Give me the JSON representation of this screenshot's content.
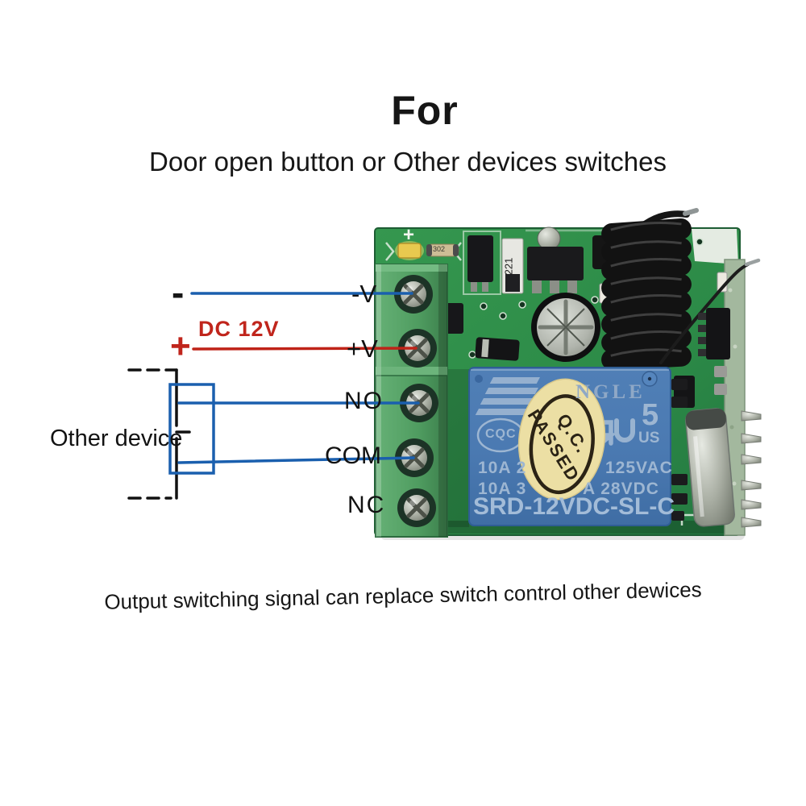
{
  "page": {
    "title": "For",
    "subtitle": "Door open button or Other devices switches",
    "caption": "Output switching signal can replace switch control other dewices"
  },
  "wiring": {
    "minus": "-",
    "plus": "+",
    "power_label": "DC 12V",
    "device_label": "Other device",
    "terminal_neg": "-V",
    "terminal_pos": "+V",
    "terminal_no": "NO",
    "terminal_com": "COM",
    "terminal_nc": "NC"
  },
  "board": {
    "silkscreen_plus": "+",
    "resistor_code": "302",
    "capacitor_code": "221",
    "relay": {
      "brand_fragment": "NGLE",
      "cert": "CQC",
      "ul_number": "5",
      "ul_suffix": "US",
      "rating1_left": "10A 2",
      "rating1_right": "125VAC",
      "rating2_left": "10A 3",
      "rating2_right": "A 28VDC",
      "model": "SRD-12VDC-SL-C",
      "sticker_line1": "Q.C.",
      "sticker_line2": "PASSED"
    }
  },
  "colors": {
    "wire_blue": "#1a5fae",
    "wire_red": "#bf2318",
    "pcb_green": "#2e8f4d",
    "terminal_green": "#55a467",
    "relay_blue": "#4b7ab2",
    "sticker_yellow": "#ecdfa4"
  }
}
